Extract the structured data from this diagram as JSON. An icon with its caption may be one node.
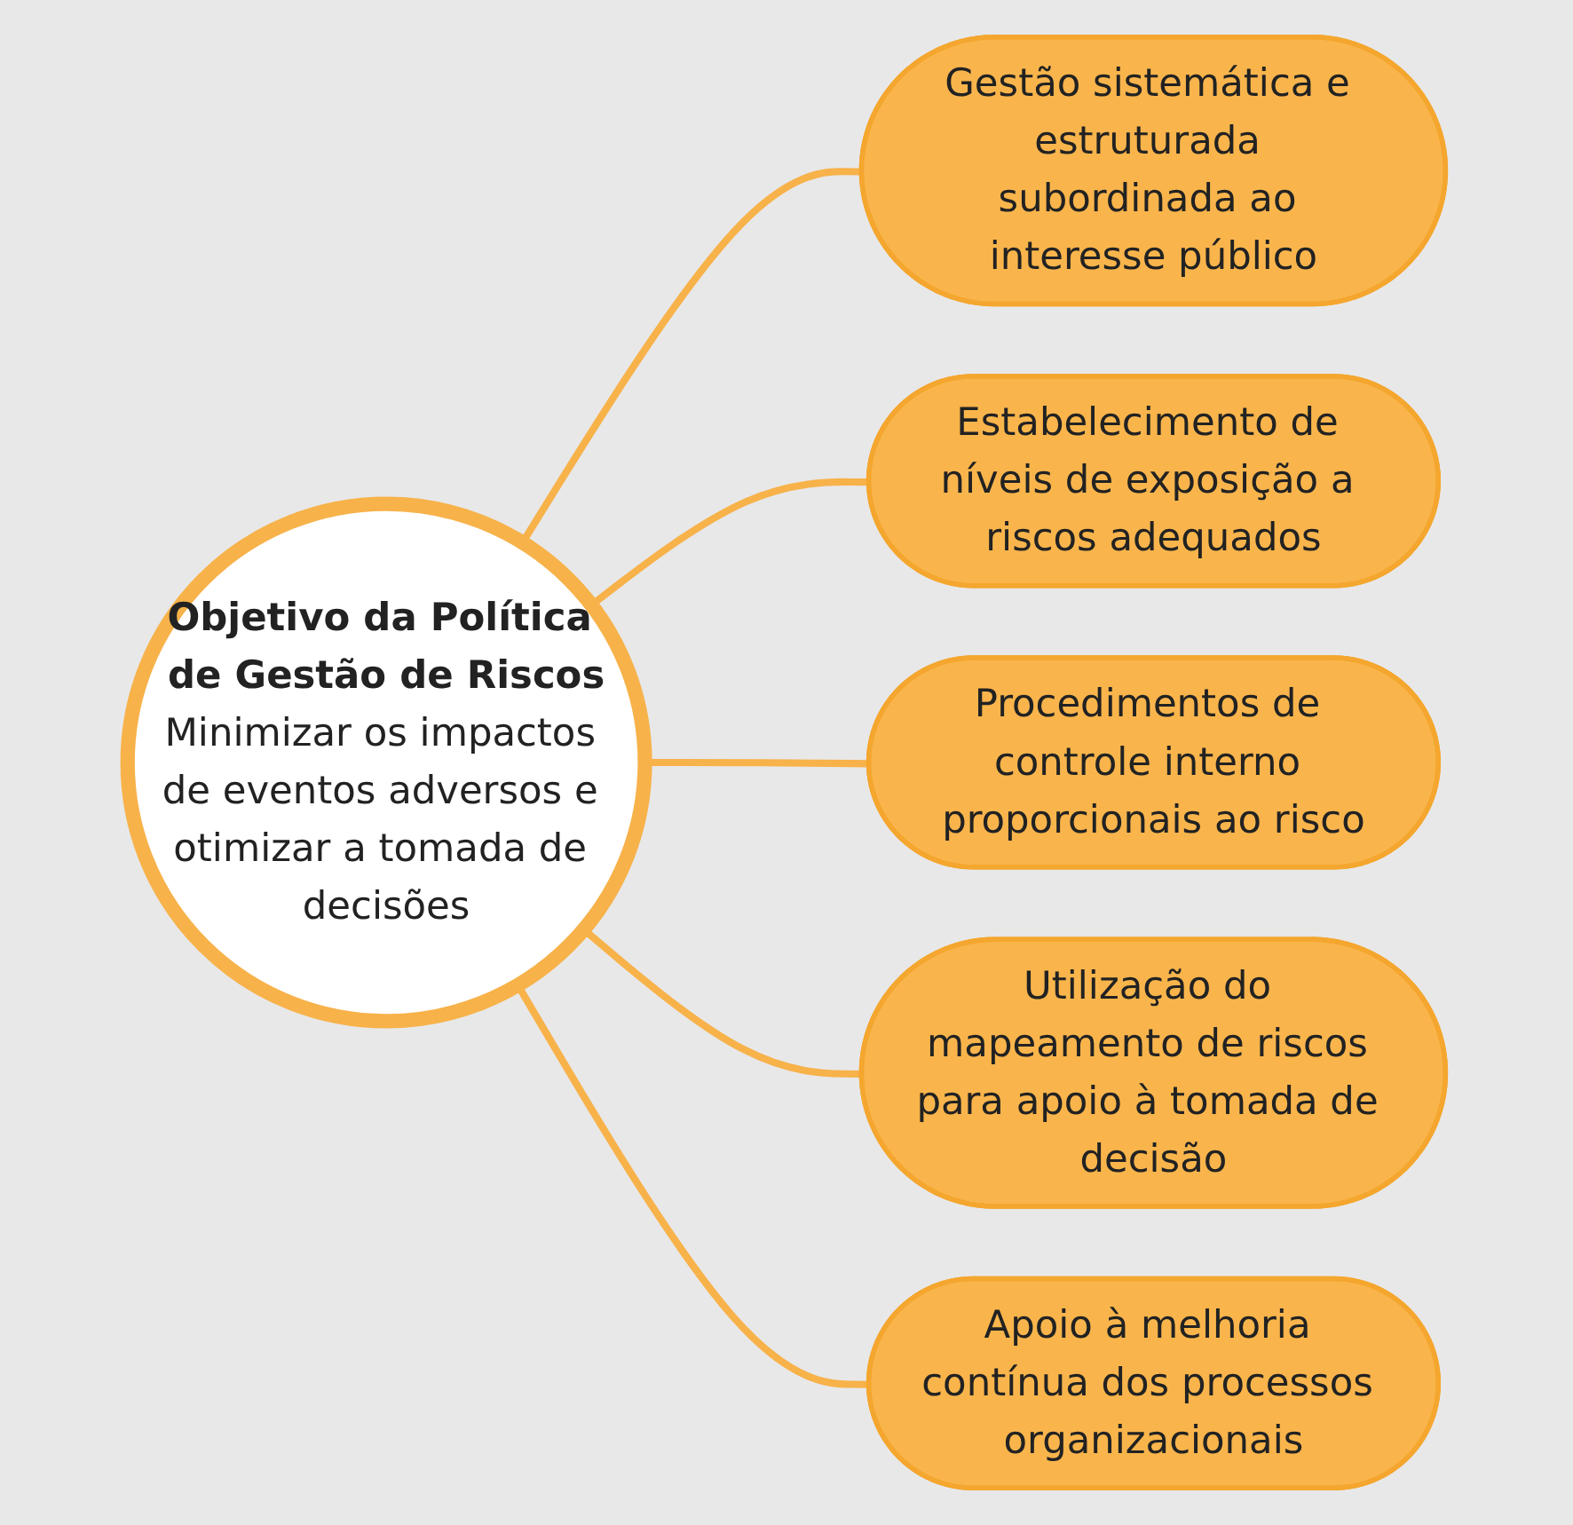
{
  "diagram": {
    "nodes": [
      {
        "text": [
          "Objetivo da Política de Gestão de Riscos",
          "Minimizar os impactos de eventos adversos e otimizar a tomada de decisões"
        ]
      },
      {
        "text": [
          "Gestão sistemática e estruturada subordinada ao interesse público"
        ]
      },
      {
        "text": [
          "Estabelecimento de níveis de exposição a riscos adequados"
        ]
      },
      {
        "text": [
          "Procedimentos de controle interno proporcionais ao risco"
        ]
      },
      {
        "text": [
          "Utilização do mapeamento de riscos para apoio à tomada de decisão"
        ]
      },
      {
        "text": [
          "Apoio à melhoria contínua dos processos organizacionais"
        ]
      }
    ],
    "edges": [
      {
        "from": 0,
        "to": 1,
        "arrow": "none"
      },
      {
        "from": 0,
        "to": 2,
        "arrow": "none"
      },
      {
        "from": 0,
        "to": 3,
        "arrow": "none"
      },
      {
        "from": 0,
        "to": 4,
        "arrow": "none"
      },
      {
        "from": 0,
        "to": 5,
        "arrow": "none"
      }
    ]
  }
}
